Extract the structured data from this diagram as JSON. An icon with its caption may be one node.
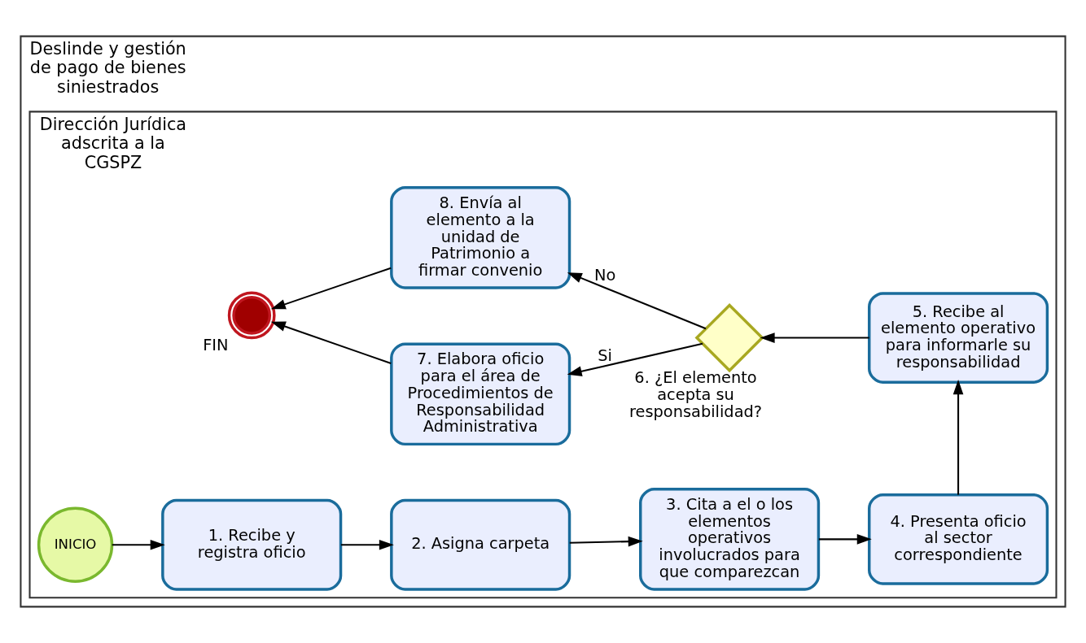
{
  "diagram": {
    "nodes": [
      {
        "text": [
          "Deslinde y gestión de pago de bienes siniestrados"
        ]
      },
      {
        "text": [
          "Dirección Jurídica adscrita a la CGSPZ"
        ],
        "in": 0
      },
      {
        "text": [
          "INICIO"
        ],
        "in": 1
      },
      {
        "text": [
          "1. Recibe y registra oficio"
        ],
        "in": 1
      },
      {
        "text": [
          "2. Asigna carpeta"
        ],
        "in": 1
      },
      {
        "text": [
          "3. Cita a el o los elementos operativos involucrados para que comparezcan"
        ],
        "in": 1
      },
      {
        "text": [
          "4. Presenta oficio al sector correspondiente"
        ],
        "in": 1
      },
      {
        "text": [
          "5. Recibe al elemento operativo para informarle su responsabilidad"
        ],
        "in": 1
      },
      {
        "text": [
          "6. ¿El elemento acepta su responsabilidad?"
        ],
        "in": 1
      },
      {
        "text": [
          "7. Elabora oficio para el área de Procedimientos de Responsabilidad Administrativa"
        ],
        "in": 1
      },
      {
        "text": [
          "8. Envía al elemento a la unidad de Patrimonio a firmar convenio"
        ],
        "in": 1
      },
      {
        "text": [
          "FIN"
        ],
        "in": 1
      }
    ],
    "edges": [
      {
        "from": 2,
        "to": 3,
        "arrow": "to"
      },
      {
        "from": 3,
        "to": 4,
        "arrow": "to"
      },
      {
        "from": 4,
        "to": 5,
        "arrow": "to"
      },
      {
        "from": 5,
        "to": 6,
        "arrow": "to"
      },
      {
        "from": 6,
        "to": 7,
        "arrow": "to"
      },
      {
        "from": 7,
        "to": 8,
        "arrow": "to"
      },
      {
        "from": 8,
        "to": 9,
        "label": "Si",
        "arrow": "to"
      },
      {
        "from": 8,
        "to": 10,
        "label": "No",
        "arrow": "to"
      },
      {
        "from": 9,
        "to": 11,
        "arrow": "to"
      },
      {
        "from": 10,
        "to": 11,
        "arrow": "to"
      }
    ]
  }
}
